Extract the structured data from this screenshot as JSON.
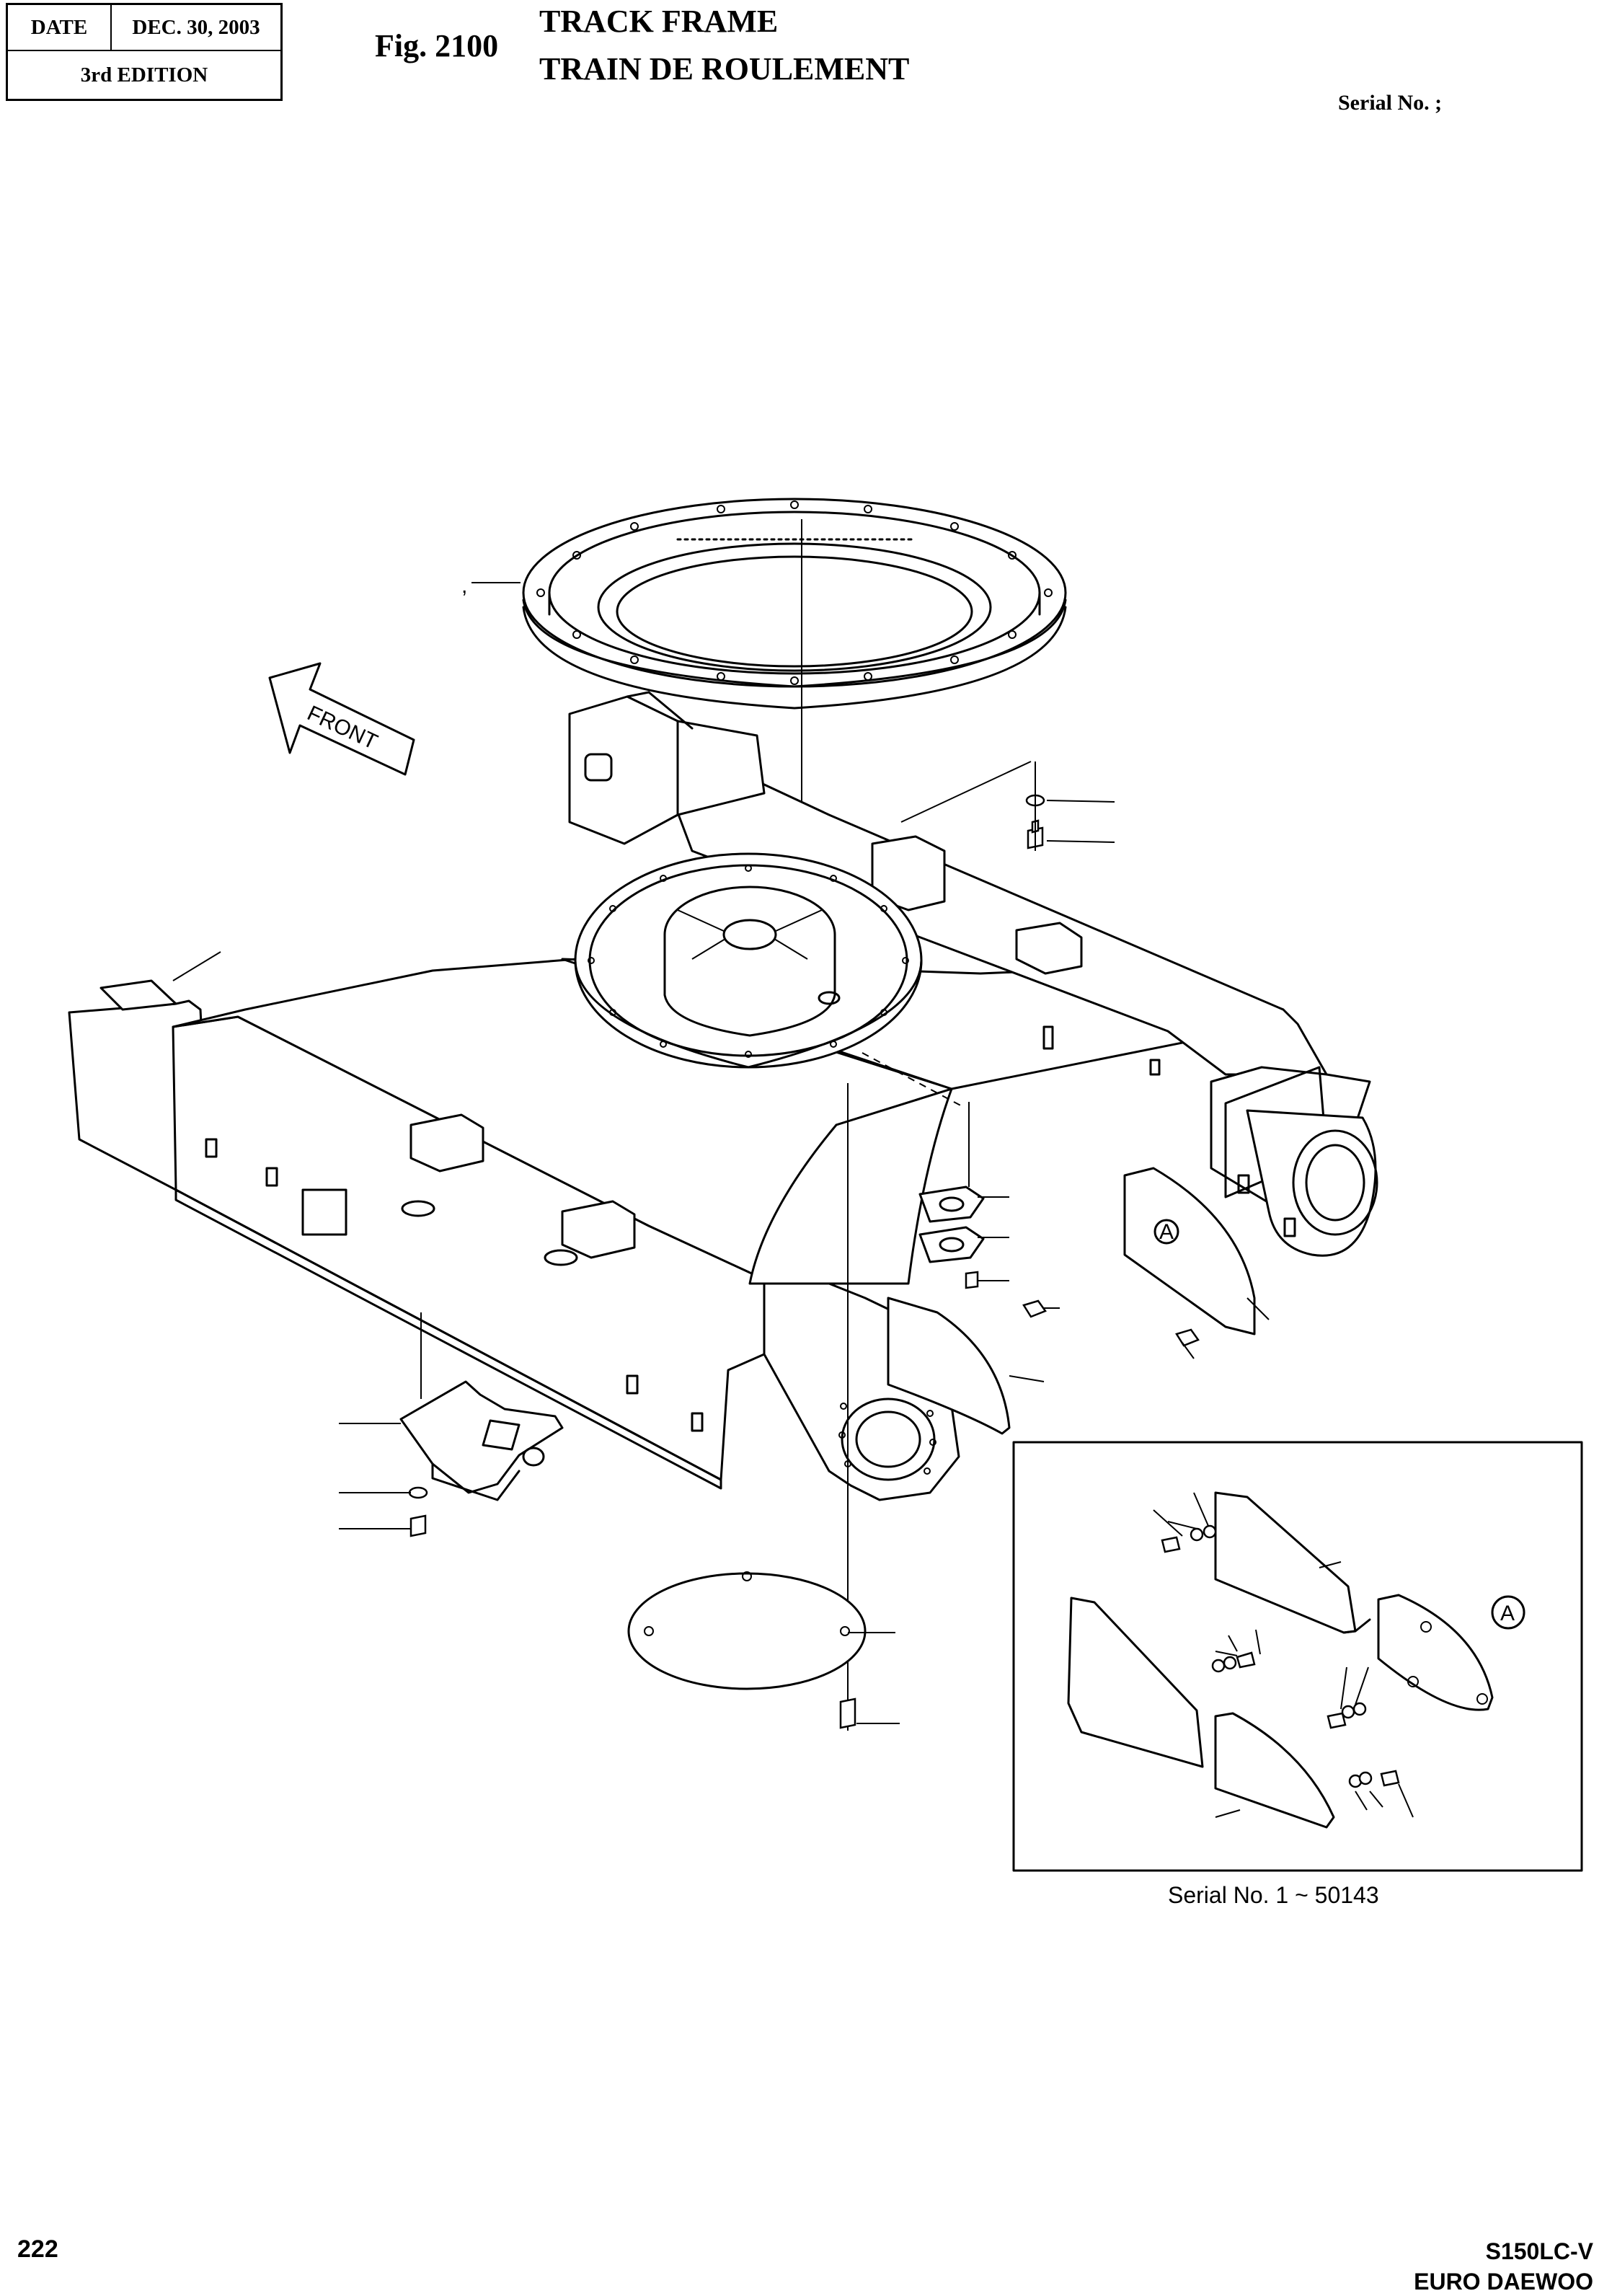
{
  "header": {
    "date_label": "DATE",
    "date_value": "DEC. 30, 2003",
    "edition": "3rd  EDITION"
  },
  "figure": {
    "number": "Fig. 2100",
    "title_en": "TRACK FRAME",
    "title_fr": "TRAIN DE ROULEMENT"
  },
  "serial_top": "Serial No. ;",
  "diagram": {
    "front_label": "FRONT",
    "callout_a": "A",
    "inset_serial": "Serial No. 1 ~ 50143",
    "stray_mark": ","
  },
  "footer": {
    "page_number": "222",
    "model": "S150LC-V",
    "brand": "EURO DAEWOO"
  }
}
